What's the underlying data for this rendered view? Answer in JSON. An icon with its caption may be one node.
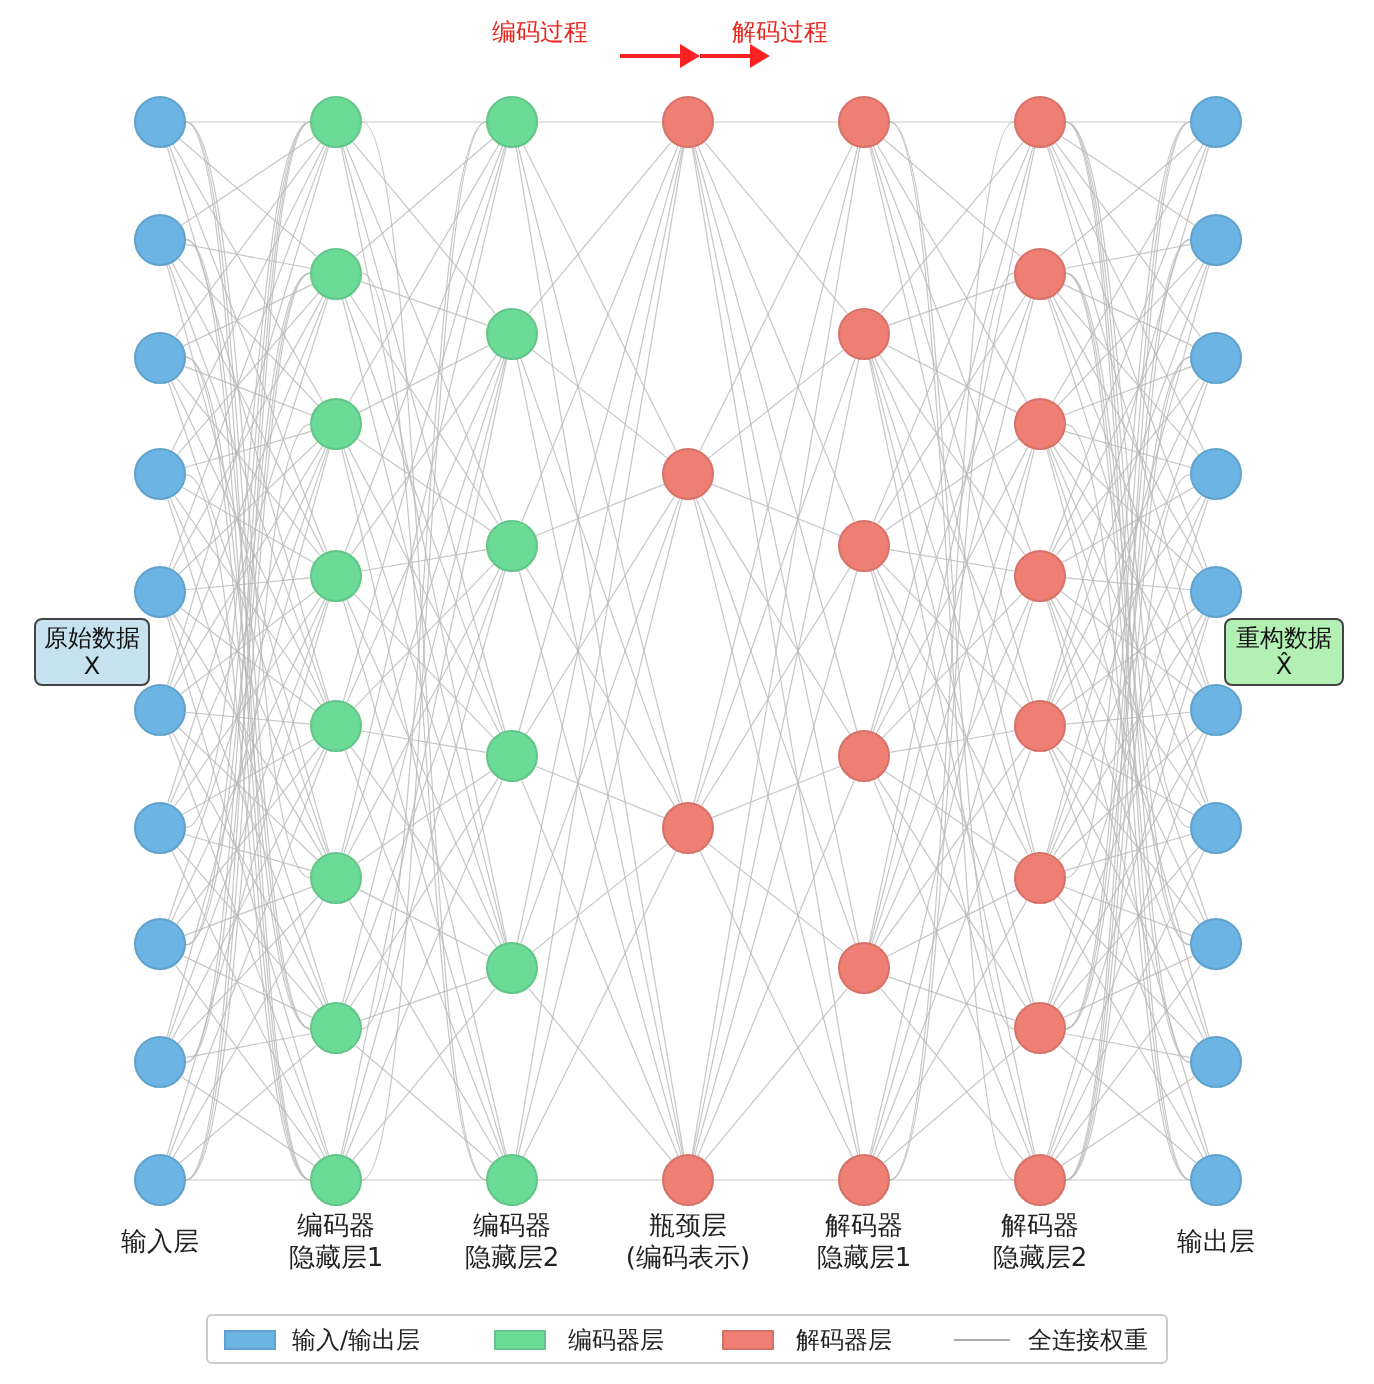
{
  "diagram": {
    "nodes": [
      {
        "text": [],
        "shape": "circle"
      },
      {
        "text": [],
        "shape": "circle"
      },
      {
        "text": [],
        "shape": "circle"
      },
      {
        "text": [],
        "shape": "circle"
      },
      {
        "text": [],
        "shape": "circle"
      },
      {
        "text": [],
        "shape": "circle"
      },
      {
        "text": [],
        "shape": "circle"
      },
      {
        "text": [],
        "shape": "circle"
      },
      {
        "text": [],
        "shape": "circle"
      },
      {
        "text": [],
        "shape": "circle"
      },
      {
        "text": [],
        "shape": "circle"
      },
      {
        "text": [],
        "shape": "circle"
      },
      {
        "text": [],
        "shape": "circle"
      },
      {
        "text": [],
        "shape": "circle"
      },
      {
        "text": [],
        "shape": "circle"
      },
      {
        "text": [],
        "shape": "circle"
      },
      {
        "text": [],
        "shape": "circle"
      },
      {
        "text": [],
        "shape": "circle"
      },
      {
        "text": [],
        "shape": "circle"
      },
      {
        "text": [],
        "shape": "circle"
      },
      {
        "text": [],
        "shape": "circle"
      },
      {
        "text": [],
        "shape": "circle"
      },
      {
        "text": [],
        "shape": "circle"
      },
      {
        "text": [],
        "shape": "circle"
      },
      {
        "text": [],
        "shape": "circle"
      },
      {
        "text": [],
        "shape": "circle"
      },
      {
        "text": [],
        "shape": "circle"
      },
      {
        "text": [],
        "shape": "circle"
      },
      {
        "text": [],
        "shape": "circle"
      },
      {
        "text": [],
        "shape": "circle"
      },
      {
        "text": [],
        "shape": "circle"
      },
      {
        "text": [],
        "shape": "circle"
      },
      {
        "text": [],
        "shape": "circle"
      },
      {
        "text": [],
        "shape": "circle"
      },
      {
        "text": [],
        "shape": "circle"
      },
      {
        "text": [],
        "shape": "circle"
      },
      {
        "text": [],
        "shape": "circle"
      },
      {
        "text": [],
        "shape": "circle"
      },
      {
        "text": [],
        "shape": "circle"
      },
      {
        "text": [],
        "shape": "circle"
      },
      {
        "text": [],
        "shape": "circle"
      },
      {
        "text": [],
        "shape": "circle"
      },
      {
        "text": [],
        "shape": "circle"
      },
      {
        "text": [],
        "shape": "circle"
      },
      {
        "text": [],
        "shape": "circle"
      },
      {
        "text": [],
        "shape": "circle"
      },
      {
        "text": [],
        "shape": "circle"
      },
      {
        "text": [],
        "shape": "circle"
      },
      {
        "text": [],
        "shape": "circle"
      },
      {
        "text": [],
        "shape": "circle"
      },
      {
        "text": [],
        "shape": "circle"
      },
      {
        "text": [],
        "shape": "circle"
      },
      {
        "text": [
          "原始数据",
          "X"
        ]
      },
      {
        "text": [
          "重构数据",
          "X̂"
        ]
      }
    ],
    "edges": [
      {
        "from": 0,
        "to": 10,
        "arrow": "none"
      },
      {
        "from": 0,
        "to": 11,
        "arrow": "none"
      },
      {
        "from": 0,
        "to": 12,
        "arrow": "none"
      },
      {
        "from": 0,
        "to": 13,
        "arrow": "none"
      },
      {
        "from": 0,
        "to": 14,
        "arrow": "none"
      },
      {
        "from": 0,
        "to": 15,
        "arrow": "none"
      },
      {
        "from": 0,
        "to": 16,
        "arrow": "none"
      },
      {
        "from": 0,
        "to": 17,
        "arrow": "none"
      },
      {
        "from": 1,
        "to": 10,
        "arrow": "none"
      },
      {
        "from": 1,
        "to": 11,
        "arrow": "none"
      },
      {
        "from": 1,
        "to": 12,
        "arrow": "none"
      },
      {
        "from": 1,
        "to": 13,
        "arrow": "none"
      },
      {
        "from": 1,
        "to": 14,
        "arrow": "none"
      },
      {
        "from": 1,
        "to": 15,
        "arrow": "none"
      },
      {
        "from": 1,
        "to": 16,
        "arrow": "none"
      },
      {
        "from": 1,
        "to": 17,
        "arrow": "none"
      },
      {
        "from": 2,
        "to": 10,
        "arrow": "none"
      },
      {
        "from": 2,
        "to": 11,
        "arrow": "none"
      },
      {
        "from": 2,
        "to": 12,
        "arrow": "none"
      },
      {
        "from": 2,
        "to": 13,
        "arrow": "none"
      },
      {
        "from": 2,
        "to": 14,
        "arrow": "none"
      },
      {
        "from": 2,
        "to": 15,
        "arrow": "none"
      },
      {
        "from": 2,
        "to": 16,
        "arrow": "none"
      },
      {
        "from": 2,
        "to": 17,
        "arrow": "none"
      },
      {
        "from": 3,
        "to": 10,
        "arrow": "none"
      },
      {
        "from": 3,
        "to": 11,
        "arrow": "none"
      },
      {
        "from": 3,
        "to": 12,
        "arrow": "none"
      },
      {
        "from": 3,
        "to": 13,
        "arrow": "none"
      },
      {
        "from": 3,
        "to": 14,
        "arrow": "none"
      },
      {
        "from": 3,
        "to": 15,
        "arrow": "none"
      },
      {
        "from": 3,
        "to": 16,
        "arrow": "none"
      },
      {
        "from": 3,
        "to": 17,
        "arrow": "none"
      },
      {
        "from": 4,
        "to": 10,
        "arrow": "none"
      },
      {
        "from": 4,
        "to": 11,
        "arrow": "none"
      },
      {
        "from": 4,
        "to": 12,
        "arrow": "none"
      },
      {
        "from": 4,
        "to": 13,
        "arrow": "none"
      },
      {
        "from": 4,
        "to": 14,
        "arrow": "none"
      },
      {
        "from": 4,
        "to": 15,
        "arrow": "none"
      },
      {
        "from": 4,
        "to": 16,
        "arrow": "none"
      },
      {
        "from": 4,
        "to": 17,
        "arrow": "none"
      },
      {
        "from": 5,
        "to": 10,
        "arrow": "none"
      },
      {
        "from": 5,
        "to": 11,
        "arrow": "none"
      },
      {
        "from": 5,
        "to": 12,
        "arrow": "none"
      },
      {
        "from": 5,
        "to": 13,
        "arrow": "none"
      },
      {
        "from": 5,
        "to": 14,
        "arrow": "none"
      },
      {
        "from": 5,
        "to": 15,
        "arrow": "none"
      },
      {
        "from": 5,
        "to": 16,
        "arrow": "none"
      },
      {
        "from": 5,
        "to": 17,
        "arrow": "none"
      },
      {
        "from": 6,
        "to": 10,
        "arrow": "none"
      },
      {
        "from": 6,
        "to": 11,
        "arrow": "none"
      },
      {
        "from": 6,
        "to": 12,
        "arrow": "none"
      },
      {
        "from": 6,
        "to": 13,
        "arrow": "none"
      },
      {
        "from": 6,
        "to": 14,
        "arrow": "none"
      },
      {
        "from": 6,
        "to": 15,
        "arrow": "none"
      },
      {
        "from": 6,
        "to": 16,
        "arrow": "none"
      },
      {
        "from": 6,
        "to": 17,
        "arrow": "none"
      },
      {
        "from": 7,
        "to": 10,
        "arrow": "none"
      },
      {
        "from": 7,
        "to": 11,
        "arrow": "none"
      },
      {
        "from": 7,
        "to": 12,
        "arrow": "none"
      },
      {
        "from": 7,
        "to": 13,
        "arrow": "none"
      },
      {
        "from": 7,
        "to": 14,
        "arrow": "none"
      },
      {
        "from": 7,
        "to": 15,
        "arrow": "none"
      },
      {
        "from": 7,
        "to": 16,
        "arrow": "none"
      },
      {
        "from": 7,
        "to": 17,
        "arrow": "none"
      },
      {
        "from": 8,
        "to": 10,
        "arrow": "none"
      },
      {
        "from": 8,
        "to": 11,
        "arrow": "none"
      },
      {
        "from": 8,
        "to": 12,
        "arrow": "none"
      },
      {
        "from": 8,
        "to": 13,
        "arrow": "none"
      },
      {
        "from": 8,
        "to": 14,
        "arrow": "none"
      },
      {
        "from": 8,
        "to": 15,
        "arrow": "none"
      },
      {
        "from": 8,
        "to": 16,
        "arrow": "none"
      },
      {
        "from": 8,
        "to": 17,
        "arrow": "none"
      },
      {
        "from": 9,
        "to": 10,
        "arrow": "none"
      },
      {
        "from": 9,
        "to": 11,
        "arrow": "none"
      },
      {
        "from": 9,
        "to": 12,
        "arrow": "none"
      },
      {
        "from": 9,
        "to": 13,
        "arrow": "none"
      },
      {
        "from": 9,
        "to": 14,
        "arrow": "none"
      },
      {
        "from": 9,
        "to": 15,
        "arrow": "none"
      },
      {
        "from": 9,
        "to": 16,
        "arrow": "none"
      },
      {
        "from": 9,
        "to": 17,
        "arrow": "none"
      },
      {
        "from": 10,
        "to": 18,
        "arrow": "none"
      },
      {
        "from": 10,
        "to": 19,
        "arrow": "none"
      },
      {
        "from": 10,
        "to": 20,
        "arrow": "none"
      },
      {
        "from": 10,
        "to": 21,
        "arrow": "none"
      },
      {
        "from": 10,
        "to": 22,
        "arrow": "none"
      },
      {
        "from": 10,
        "to": 23,
        "arrow": "none"
      },
      {
        "from": 11,
        "to": 18,
        "arrow": "none"
      },
      {
        "from": 11,
        "to": 19,
        "arrow": "none"
      },
      {
        "from": 11,
        "to": 20,
        "arrow": "none"
      },
      {
        "from": 11,
        "to": 21,
        "arrow": "none"
      },
      {
        "from": 11,
        "to": 22,
        "arrow": "none"
      },
      {
        "from": 11,
        "to": 23,
        "arrow": "none"
      },
      {
        "from": 12,
        "to": 18,
        "arrow": "none"
      },
      {
        "from": 12,
        "to": 19,
        "arrow": "none"
      },
      {
        "from": 12,
        "to": 20,
        "arrow": "none"
      },
      {
        "from": 12,
        "to": 21,
        "arrow": "none"
      },
      {
        "from": 12,
        "to": 22,
        "arrow": "none"
      },
      {
        "from": 12,
        "to": 23,
        "arrow": "none"
      },
      {
        "from": 13,
        "to": 18,
        "arrow": "none"
      },
      {
        "from": 13,
        "to": 19,
        "arrow": "none"
      },
      {
        "from": 13,
        "to": 20,
        "arrow": "none"
      },
      {
        "from": 13,
        "to": 21,
        "arrow": "none"
      },
      {
        "from": 13,
        "to": 22,
        "arrow": "none"
      },
      {
        "from": 13,
        "to": 23,
        "arrow": "none"
      },
      {
        "from": 14,
        "to": 18,
        "arrow": "none"
      },
      {
        "from": 14,
        "to": 19,
        "arrow": "none"
      },
      {
        "from": 14,
        "to": 20,
        "arrow": "none"
      },
      {
        "from": 14,
        "to": 21,
        "arrow": "none"
      },
      {
        "from": 14,
        "to": 22,
        "arrow": "none"
      },
      {
        "from": 14,
        "to": 23,
        "arrow": "none"
      },
      {
        "from": 15,
        "to": 18,
        "arrow": "none"
      },
      {
        "from": 15,
        "to": 19,
        "arrow": "none"
      },
      {
        "from": 15,
        "to": 20,
        "arrow": "none"
      },
      {
        "from": 15,
        "to": 21,
        "arrow": "none"
      },
      {
        "from": 15,
        "to": 22,
        "arrow": "none"
      },
      {
        "from": 15,
        "to": 23,
        "arrow": "none"
      },
      {
        "from": 16,
        "to": 18,
        "arrow": "none"
      },
      {
        "from": 16,
        "to": 19,
        "arrow": "none"
      },
      {
        "from": 16,
        "to": 20,
        "arrow": "none"
      },
      {
        "from": 16,
        "to": 21,
        "arrow": "none"
      },
      {
        "from": 16,
        "to": 22,
        "arrow": "none"
      },
      {
        "from": 16,
        "to": 23,
        "arrow": "none"
      },
      {
        "from": 17,
        "to": 18,
        "arrow": "none"
      },
      {
        "from": 17,
        "to": 19,
        "arrow": "none"
      },
      {
        "from": 17,
        "to": 20,
        "arrow": "none"
      },
      {
        "from": 17,
        "to": 21,
        "arrow": "none"
      },
      {
        "from": 17,
        "to": 22,
        "arrow": "none"
      },
      {
        "from": 17,
        "to": 23,
        "arrow": "none"
      },
      {
        "from": 18,
        "to": 24,
        "arrow": "none"
      },
      {
        "from": 18,
        "to": 25,
        "arrow": "none"
      },
      {
        "from": 18,
        "to": 26,
        "arrow": "none"
      },
      {
        "from": 18,
        "to": 27,
        "arrow": "none"
      },
      {
        "from": 19,
        "to": 24,
        "arrow": "none"
      },
      {
        "from": 19,
        "to": 25,
        "arrow": "none"
      },
      {
        "from": 19,
        "to": 26,
        "arrow": "none"
      },
      {
        "from": 19,
        "to": 27,
        "arrow": "none"
      },
      {
        "from": 20,
        "to": 24,
        "arrow": "none"
      },
      {
        "from": 20,
        "to": 25,
        "arrow": "none"
      },
      {
        "from": 20,
        "to": 26,
        "arrow": "none"
      },
      {
        "from": 20,
        "to": 27,
        "arrow": "none"
      },
      {
        "from": 21,
        "to": 24,
        "arrow": "none"
      },
      {
        "from": 21,
        "to": 25,
        "arrow": "none"
      },
      {
        "from": 21,
        "to": 26,
        "arrow": "none"
      },
      {
        "from": 21,
        "to": 27,
        "arrow": "none"
      },
      {
        "from": 22,
        "to": 24,
        "arrow": "none"
      },
      {
        "from": 22,
        "to": 25,
        "arrow": "none"
      },
      {
        "from": 22,
        "to": 26,
        "arrow": "none"
      },
      {
        "from": 22,
        "to": 27,
        "arrow": "none"
      },
      {
        "from": 23,
        "to": 24,
        "arrow": "none"
      },
      {
        "from": 23,
        "to": 25,
        "arrow": "none"
      },
      {
        "from": 23,
        "to": 26,
        "arrow": "none"
      },
      {
        "from": 23,
        "to": 27,
        "arrow": "none"
      },
      {
        "from": 24,
        "to": 28,
        "arrow": "none"
      },
      {
        "from": 24,
        "to": 29,
        "arrow": "none"
      },
      {
        "from": 24,
        "to": 30,
        "arrow": "none"
      },
      {
        "from": 24,
        "to": 31,
        "arrow": "none"
      },
      {
        "from": 24,
        "to": 32,
        "arrow": "none"
      },
      {
        "from": 24,
        "to": 33,
        "arrow": "none"
      },
      {
        "from": 25,
        "to": 28,
        "arrow": "none"
      },
      {
        "from": 25,
        "to": 29,
        "arrow": "none"
      },
      {
        "from": 25,
        "to": 30,
        "arrow": "none"
      },
      {
        "from": 25,
        "to": 31,
        "arrow": "none"
      },
      {
        "from": 25,
        "to": 32,
        "arrow": "none"
      },
      {
        "from": 25,
        "to": 33,
        "arrow": "none"
      },
      {
        "from": 26,
        "to": 28,
        "arrow": "none"
      },
      {
        "from": 26,
        "to": 29,
        "arrow": "none"
      },
      {
        "from": 26,
        "to": 30,
        "arrow": "none"
      },
      {
        "from": 26,
        "to": 31,
        "arrow": "none"
      },
      {
        "from": 26,
        "to": 32,
        "arrow": "none"
      },
      {
        "from": 26,
        "to": 33,
        "arrow": "none"
      },
      {
        "from": 27,
        "to": 28,
        "arrow": "none"
      },
      {
        "from": 27,
        "to": 29,
        "arrow": "none"
      },
      {
        "from": 27,
        "to": 30,
        "arrow": "none"
      },
      {
        "from": 27,
        "to": 31,
        "arrow": "none"
      },
      {
        "from": 27,
        "to": 32,
        "arrow": "none"
      },
      {
        "from": 27,
        "to": 33,
        "arrow": "none"
      },
      {
        "from": 28,
        "to": 34,
        "arrow": "none"
      },
      {
        "from": 28,
        "to": 35,
        "arrow": "none"
      },
      {
        "from": 28,
        "to": 36,
        "arrow": "none"
      },
      {
        "from": 28,
        "to": 37,
        "arrow": "none"
      },
      {
        "from": 28,
        "to": 38,
        "arrow": "none"
      },
      {
        "from": 28,
        "to": 39,
        "arrow": "none"
      },
      {
        "from": 28,
        "to": 40,
        "arrow": "none"
      },
      {
        "from": 28,
        "to": 41,
        "arrow": "none"
      },
      {
        "from": 29,
        "to": 34,
        "arrow": "none"
      },
      {
        "from": 29,
        "to": 35,
        "arrow": "none"
      },
      {
        "from": 29,
        "to": 36,
        "arrow": "none"
      },
      {
        "from": 29,
        "to": 37,
        "arrow": "none"
      },
      {
        "from": 29,
        "to": 38,
        "arrow": "none"
      },
      {
        "from": 29,
        "to": 39,
        "arrow": "none"
      },
      {
        "from": 29,
        "to": 40,
        "arrow": "none"
      },
      {
        "from": 29,
        "to": 41,
        "arrow": "none"
      },
      {
        "from": 30,
        "to": 34,
        "arrow": "none"
      },
      {
        "from": 30,
        "to": 35,
        "arrow": "none"
      },
      {
        "from": 30,
        "to": 36,
        "arrow": "none"
      },
      {
        "from": 30,
        "to": 37,
        "arrow": "none"
      },
      {
        "from": 30,
        "to": 38,
        "arrow": "none"
      },
      {
        "from": 30,
        "to": 39,
        "arrow": "none"
      },
      {
        "from": 30,
        "to": 40,
        "arrow": "none"
      },
      {
        "from": 30,
        "to": 41,
        "arrow": "none"
      },
      {
        "from": 31,
        "to": 34,
        "arrow": "none"
      },
      {
        "from": 31,
        "to": 35,
        "arrow": "none"
      },
      {
        "from": 31,
        "to": 36,
        "arrow": "none"
      },
      {
        "from": 31,
        "to": 37,
        "arrow": "none"
      },
      {
        "from": 31,
        "to": 38,
        "arrow": "none"
      },
      {
        "from": 31,
        "to": 39,
        "arrow": "none"
      },
      {
        "from": 31,
        "to": 40,
        "arrow": "none"
      },
      {
        "from": 31,
        "to": 41,
        "arrow": "none"
      },
      {
        "from": 32,
        "to": 34,
        "arrow": "none"
      },
      {
        "from": 32,
        "to": 35,
        "arrow": "none"
      },
      {
        "from": 32,
        "to": 36,
        "arrow": "none"
      },
      {
        "from": 32,
        "to": 37,
        "arrow": "none"
      },
      {
        "from": 32,
        "to": 38,
        "arrow": "none"
      },
      {
        "from": 32,
        "to": 39,
        "arrow": "none"
      },
      {
        "from": 32,
        "to": 40,
        "arrow": "none"
      },
      {
        "from": 32,
        "to": 41,
        "arrow": "none"
      },
      {
        "from": 33,
        "to": 34,
        "arrow": "none"
      },
      {
        "from": 33,
        "to": 35,
        "arrow": "none"
      },
      {
        "from": 33,
        "to": 36,
        "arrow": "none"
      },
      {
        "from": 33,
        "to": 37,
        "arrow": "none"
      },
      {
        "from": 33,
        "to": 38,
        "arrow": "none"
      },
      {
        "from": 33,
        "to": 39,
        "arrow": "none"
      },
      {
        "from": 33,
        "to": 40,
        "arrow": "none"
      },
      {
        "from": 33,
        "to": 41,
        "arrow": "none"
      },
      {
        "from": 34,
        "to": 42,
        "arrow": "none"
      },
      {
        "from": 34,
        "to": 43,
        "arrow": "none"
      },
      {
        "from": 34,
        "to": 44,
        "arrow": "none"
      },
      {
        "from": 34,
        "to": 45,
        "arrow": "none"
      },
      {
        "from": 34,
        "to": 46,
        "arrow": "none"
      },
      {
        "from": 34,
        "to": 47,
        "arrow": "none"
      },
      {
        "from": 34,
        "to": 48,
        "arrow": "none"
      },
      {
        "from": 34,
        "to": 49,
        "arrow": "none"
      },
      {
        "from": 34,
        "to": 50,
        "arrow": "none"
      },
      {
        "from": 34,
        "to": 51,
        "arrow": "none"
      },
      {
        "from": 35,
        "to": 42,
        "arrow": "none"
      },
      {
        "from": 35,
        "to": 43,
        "arrow": "none"
      },
      {
        "from": 35,
        "to": 44,
        "arrow": "none"
      },
      {
        "from": 35,
        "to": 45,
        "arrow": "none"
      },
      {
        "from": 35,
        "to": 46,
        "arrow": "none"
      },
      {
        "from": 35,
        "to": 47,
        "arrow": "none"
      },
      {
        "from": 35,
        "to": 48,
        "arrow": "none"
      },
      {
        "from": 35,
        "to": 49,
        "arrow": "none"
      },
      {
        "from": 35,
        "to": 50,
        "arrow": "none"
      },
      {
        "from": 35,
        "to": 51,
        "arrow": "none"
      },
      {
        "from": 36,
        "to": 42,
        "arrow": "none"
      },
      {
        "from": 36,
        "to": 43,
        "arrow": "none"
      },
      {
        "from": 36,
        "to": 44,
        "arrow": "none"
      },
      {
        "from": 36,
        "to": 45,
        "arrow": "none"
      },
      {
        "from": 36,
        "to": 46,
        "arrow": "none"
      },
      {
        "from": 36,
        "to": 47,
        "arrow": "none"
      },
      {
        "from": 36,
        "to": 48,
        "arrow": "none"
      },
      {
        "from": 36,
        "to": 49,
        "arrow": "none"
      },
      {
        "from": 36,
        "to": 50,
        "arrow": "none"
      },
      {
        "from": 36,
        "to": 51,
        "arrow": "none"
      },
      {
        "from": 37,
        "to": 42,
        "arrow": "none"
      },
      {
        "from": 37,
        "to": 43,
        "arrow": "none"
      },
      {
        "from": 37,
        "to": 44,
        "arrow": "none"
      },
      {
        "from": 37,
        "to": 45,
        "arrow": "none"
      },
      {
        "from": 37,
        "to": 46,
        "arrow": "none"
      },
      {
        "from": 37,
        "to": 47,
        "arrow": "none"
      },
      {
        "from": 37,
        "to": 48,
        "arrow": "none"
      },
      {
        "from": 37,
        "to": 49,
        "arrow": "none"
      },
      {
        "from": 37,
        "to": 50,
        "arrow": "none"
      },
      {
        "from": 37,
        "to": 51,
        "arrow": "none"
      },
      {
        "from": 38,
        "to": 42,
        "arrow": "none"
      },
      {
        "from": 38,
        "to": 43,
        "arrow": "none"
      },
      {
        "from": 38,
        "to": 44,
        "arrow": "none"
      },
      {
        "from": 38,
        "to": 45,
        "arrow": "none"
      },
      {
        "from": 38,
        "to": 46,
        "arrow": "none"
      },
      {
        "from": 38,
        "to": 47,
        "arrow": "none"
      },
      {
        "from": 38,
        "to": 48,
        "arrow": "none"
      },
      {
        "from": 38,
        "to": 49,
        "arrow": "none"
      },
      {
        "from": 38,
        "to": 50,
        "arrow": "none"
      },
      {
        "from": 38,
        "to": 51,
        "arrow": "none"
      },
      {
        "from": 39,
        "to": 42,
        "arrow": "none"
      },
      {
        "from": 39,
        "to": 43,
        "arrow": "none"
      },
      {
        "from": 39,
        "to": 44,
        "arrow": "none"
      },
      {
        "from": 39,
        "to": 45,
        "arrow": "none"
      },
      {
        "from": 39,
        "to": 46,
        "arrow": "none"
      },
      {
        "from": 39,
        "to": 47,
        "arrow": "none"
      },
      {
        "from": 39,
        "to": 48,
        "arrow": "none"
      },
      {
        "from": 39,
        "to": 49,
        "arrow": "none"
      },
      {
        "from": 39,
        "to": 50,
        "arrow": "none"
      },
      {
        "from": 39,
        "to": 51,
        "arrow": "none"
      },
      {
        "from": 40,
        "to": 42,
        "arrow": "none"
      },
      {
        "from": 40,
        "to": 43,
        "arrow": "none"
      },
      {
        "from": 40,
        "to": 44,
        "arrow": "none"
      },
      {
        "from": 40,
        "to": 45,
        "arrow": "none"
      },
      {
        "from": 40,
        "to": 46,
        "arrow": "none"
      },
      {
        "from": 40,
        "to": 47,
        "arrow": "none"
      },
      {
        "from": 40,
        "to": 48,
        "arrow": "none"
      },
      {
        "from": 40,
        "to": 49,
        "arrow": "none"
      },
      {
        "from": 40,
        "to": 50,
        "arrow": "none"
      },
      {
        "from": 40,
        "to": 51,
        "arrow": "none"
      },
      {
        "from": 41,
        "to": 42,
        "arrow": "none"
      },
      {
        "from": 41,
        "to": 43,
        "arrow": "none"
      },
      {
        "from": 41,
        "to": 44,
        "arrow": "none"
      },
      {
        "from": 41,
        "to": 45,
        "arrow": "none"
      },
      {
        "from": 41,
        "to": 46,
        "arrow": "none"
      },
      {
        "from": 41,
        "to": 47,
        "arrow": "none"
      },
      {
        "from": 41,
        "to": 48,
        "arrow": "none"
      },
      {
        "from": 41,
        "to": 49,
        "arrow": "none"
      },
      {
        "from": 41,
        "to": 50,
        "arrow": "none"
      },
      {
        "from": 41,
        "to": 51,
        "arrow": "none"
      }
    ],
    "labels": [
      "编码过程",
      "解码过程",
      "输入层",
      "编码器隐藏层1",
      "编码器隐藏层2",
      "瓶颈层(编码表示)",
      "解码器隐藏层1",
      "解码器隐藏层2",
      "输出层"
    ],
    "legend": [
      {
        "text": "输入/输出层",
        "color": "#6cb4e4"
      },
      {
        "text": "编码器层",
        "color": "#6ddb98"
      },
      {
        "text": "解码器层",
        "color": "#ef7f74"
      },
      {
        "text": "全连接权重"
      }
    ]
  }
}
